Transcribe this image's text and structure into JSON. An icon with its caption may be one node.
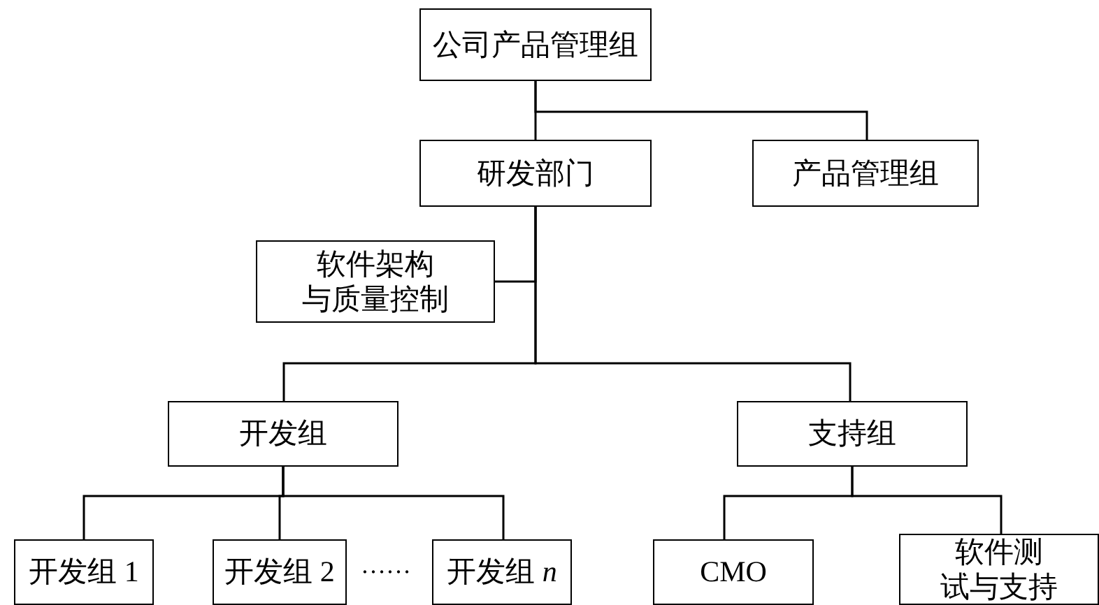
{
  "diagram": {
    "nodes": [
      {
        "text": [
          "公司产品管理组"
        ]
      },
      {
        "text": [
          "研发部门"
        ]
      },
      {
        "text": [
          "产品管理组"
        ]
      },
      {
        "text": [
          "软件架构与质量控制"
        ]
      },
      {
        "text": [
          "开发组"
        ]
      },
      {
        "text": [
          "支持组"
        ]
      },
      {
        "text": [
          "开发组 1"
        ]
      },
      {
        "text": [
          "开发组 2"
        ]
      },
      {
        "text": [
          "开发组 *n*"
        ]
      },
      {
        "text": [
          "CMO"
        ]
      },
      {
        "text": [
          "软件测试与支持"
        ]
      }
    ],
    "edges": [
      {
        "from": 0,
        "to": 1,
        "arrow": "none"
      },
      {
        "from": 0,
        "to": 2,
        "arrow": "none"
      },
      {
        "from": 1,
        "to": 3,
        "arrow": "none"
      },
      {
        "from": 1,
        "to": 4,
        "arrow": "none"
      },
      {
        "from": 1,
        "to": 5,
        "arrow": "none"
      },
      {
        "from": 4,
        "to": 6,
        "arrow": "none"
      },
      {
        "from": 4,
        "to": 7,
        "arrow": "none"
      },
      {
        "from": 4,
        "to": 8,
        "arrow": "none"
      },
      {
        "from": 5,
        "to": 9,
        "arrow": "none"
      },
      {
        "from": 5,
        "to": 10,
        "arrow": "none"
      }
    ],
    "labels": [
      "……"
    ]
  }
}
